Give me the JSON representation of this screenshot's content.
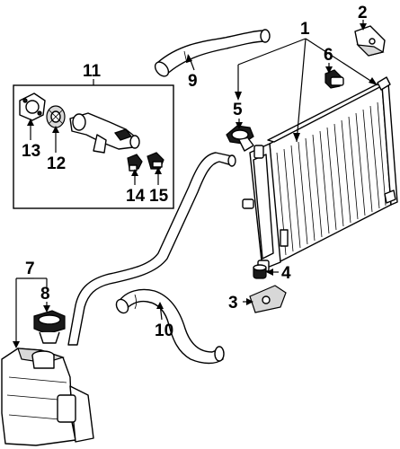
{
  "diagram": {
    "type": "exploded-parts-diagram",
    "colors": {
      "line": "#000000",
      "fill": "#ffffff",
      "shade": "#d8d8d8",
      "dark": "#1a1a1a"
    },
    "callouts": [
      {
        "id": "c1",
        "label": "1"
      },
      {
        "id": "c2",
        "label": "2"
      },
      {
        "id": "c3",
        "label": "3"
      },
      {
        "id": "c4",
        "label": "4"
      },
      {
        "id": "c5",
        "label": "5"
      },
      {
        "id": "c6",
        "label": "6"
      },
      {
        "id": "c7",
        "label": "7"
      },
      {
        "id": "c8",
        "label": "8"
      },
      {
        "id": "c9",
        "label": "9"
      },
      {
        "id": "c10",
        "label": "10"
      },
      {
        "id": "c11",
        "label": "11"
      },
      {
        "id": "c12",
        "label": "12"
      },
      {
        "id": "c13",
        "label": "13"
      },
      {
        "id": "c14",
        "label": "14"
      },
      {
        "id": "c15",
        "label": "15"
      }
    ]
  }
}
